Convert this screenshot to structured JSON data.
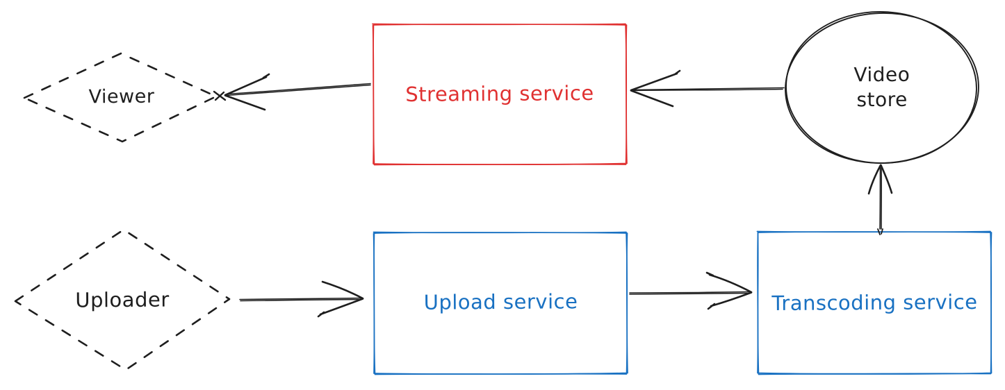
{
  "diagram": {
    "background": "#ffffff",
    "colors": {
      "ink": "#1e1e1e",
      "red": "#e03131",
      "blue": "#1971c2"
    },
    "nodes": {
      "viewer": {
        "label": "Viewer",
        "shape": "diamond",
        "border": "dashed",
        "color": "#1e1e1e"
      },
      "streaming_service": {
        "label": "Streaming service",
        "shape": "rectangle",
        "border": "solid",
        "color": "#e03131"
      },
      "video_store": {
        "label": "Video store",
        "label_lines": [
          "Video",
          "store"
        ],
        "shape": "ellipse",
        "border": "solid",
        "color": "#1e1e1e"
      },
      "uploader": {
        "label": "Uploader",
        "shape": "diamond",
        "border": "dashed",
        "color": "#1e1e1e"
      },
      "upload_service": {
        "label": "Upload service",
        "shape": "rectangle",
        "border": "solid",
        "color": "#1971c2"
      },
      "transcoding_service": {
        "label": "Transcoding service",
        "shape": "rectangle",
        "border": "solid",
        "color": "#1971c2"
      }
    },
    "edges": [
      {
        "from": "video_store",
        "to": "streaming_service",
        "direction": "left"
      },
      {
        "from": "streaming_service",
        "to": "viewer",
        "direction": "left"
      },
      {
        "from": "uploader",
        "to": "upload_service",
        "direction": "right"
      },
      {
        "from": "upload_service",
        "to": "transcoding_service",
        "direction": "right"
      },
      {
        "from": "transcoding_service",
        "to": "video_store",
        "direction": "up"
      }
    ]
  }
}
